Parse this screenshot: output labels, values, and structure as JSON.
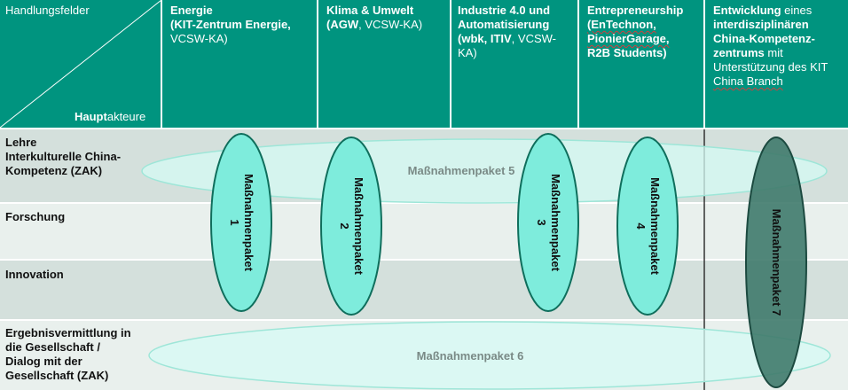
{
  "corner": {
    "top_left": "Handlungsfelder",
    "bottom_right_bold": "Haupt",
    "bottom_right_rest": "akteure"
  },
  "columns": [
    {
      "line1_bold": "Energie",
      "line2_bold": "(KIT-Zentrum Energie,",
      "line3": "VCSW-KA)"
    },
    {
      "line1_bold": "Klima & Umwelt",
      "line2_bold": "(AGW",
      "line2_rest": ", VCSW-KA)"
    },
    {
      "line1_bold": "Industrie 4.0 und",
      "line2_bold": "Automatisierung",
      "line3_bold": "(wbk, ITIV",
      "line3_rest": ", VCSW-",
      "line4": "KA)"
    },
    {
      "line1_bold": "Entrepreneurship",
      "line2_bold": "(EnTechnon,",
      "line3_bold": "PionierGarage,",
      "line4_bold": "R2B Students)"
    },
    {
      "line1_bold": "Entwicklung",
      "line1_rest": " eines",
      "line2_bold": "interdisziplinären",
      "line3_bold": "China-Kompetenz-",
      "line4_bold": "zentrums",
      "line4_rest": " mit",
      "line5": "Unterstützung des KIT",
      "line6": "China Branch"
    }
  ],
  "rows": [
    {
      "lines": [
        "Lehre",
        "Interkulturelle China-",
        "Kompetenz (ZAK)"
      ]
    },
    {
      "lines": [
        "Forschung"
      ]
    },
    {
      "lines": [
        "Innovation"
      ]
    },
    {
      "lines": [
        "Ergebnisvermittlung in",
        "die Gesellschaft /",
        "Dialog mit der",
        "Gesellschaft (ZAK)"
      ]
    }
  ],
  "packages": {
    "p1": {
      "line1": "Maßnahmenpaket",
      "line2": "1"
    },
    "p2": {
      "line1": "Maßnahmenpaket",
      "line2": "2"
    },
    "p3": {
      "line1": "Maßnahmenpaket",
      "line2": "3"
    },
    "p4": {
      "line1": "Maßnahmenpaket",
      "line2": "4"
    },
    "p5": {
      "label": "Maßnahmenpaket 5"
    },
    "p6": {
      "label": "Maßnahmenpaket 6"
    },
    "p7": {
      "label": "Maßnahmenpaket 7"
    }
  },
  "colors": {
    "header": "#00947f",
    "row_a": "#d4e0dc",
    "row_b": "#e9f0ed",
    "ellipse_fill": "#7eecdc",
    "ellipse_stroke": "#0f6e5c",
    "ellipse_light": "#d6fbf4",
    "ellipse_dark": "#3f7a6c"
  }
}
